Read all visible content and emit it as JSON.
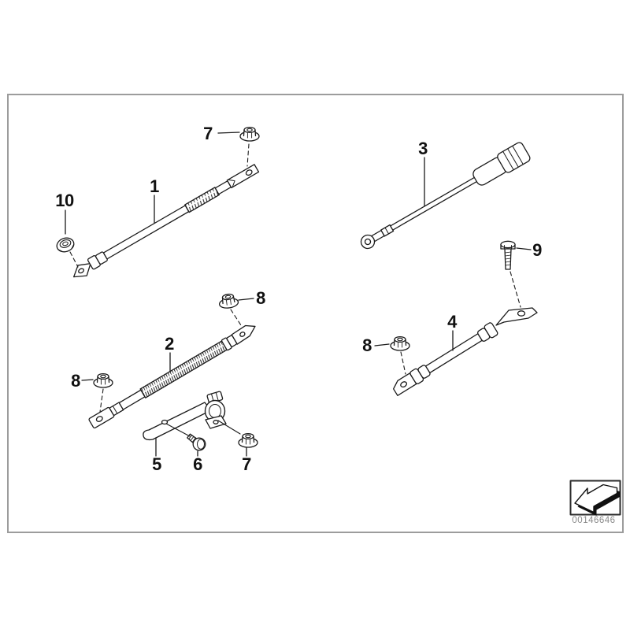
{
  "diagram": {
    "title_hint": "battery cable parts diagram",
    "callouts": {
      "c1": "1",
      "c2": "2",
      "c3": "3",
      "c4": "4",
      "c5": "5",
      "c6": "6",
      "c7a": "7",
      "c7b": "7",
      "c8a": "8",
      "c8b": "8",
      "c8c": "8",
      "c9": "9",
      "c10": "10"
    },
    "stamp": {
      "part_number": "00146646"
    },
    "colors": {
      "line": "#1a1a1a",
      "frame_border": "#9c9c9c",
      "stamp_text": "#8a8a8a",
      "background": "#ffffff"
    }
  }
}
